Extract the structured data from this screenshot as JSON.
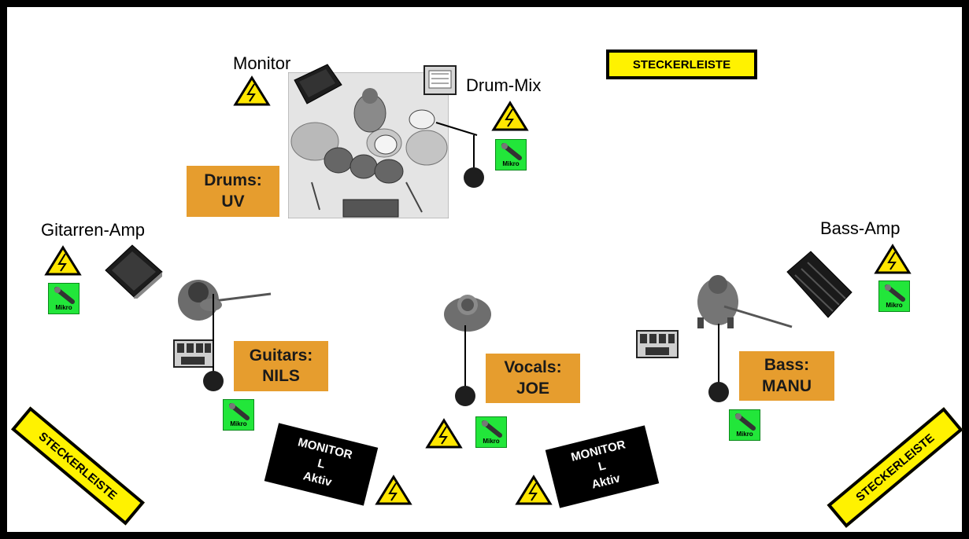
{
  "labels": {
    "monitor": "Monitor",
    "drum_mix": "Drum-Mix",
    "gitarren_amp": "Gitarren-Amp",
    "bass_amp": "Bass-Amp"
  },
  "members": {
    "drums": {
      "role": "Drums:",
      "name": "UV"
    },
    "guitars": {
      "role": "Guitars:",
      "name": "NILS"
    },
    "vocals": {
      "role": "Vocals:",
      "name": "JOE"
    },
    "bass": {
      "role": "Bass:",
      "name": "MANU"
    }
  },
  "strips": {
    "top": "STECKERLEISTE",
    "left": "STECKERLEISTE",
    "right": "STECKERLEISTE"
  },
  "monitors": {
    "left": {
      "line1": "MONITOR",
      "line2": "L",
      "line3": "Aktiv"
    },
    "right": {
      "line1": "MONITOR",
      "line2": "L",
      "line3": "Aktiv"
    }
  },
  "mikro_label": "Mikro",
  "colors": {
    "name_box": "#E69D2E",
    "strip": "#FFF200",
    "mikro": "#22E63A",
    "warning": "#FFE600"
  },
  "icons": [
    "warning-triangle-icon",
    "microphone-icon",
    "mic-stand-icon",
    "amp-icon",
    "drum-kit-icon",
    "pedalboard-icon",
    "musician-icon"
  ]
}
